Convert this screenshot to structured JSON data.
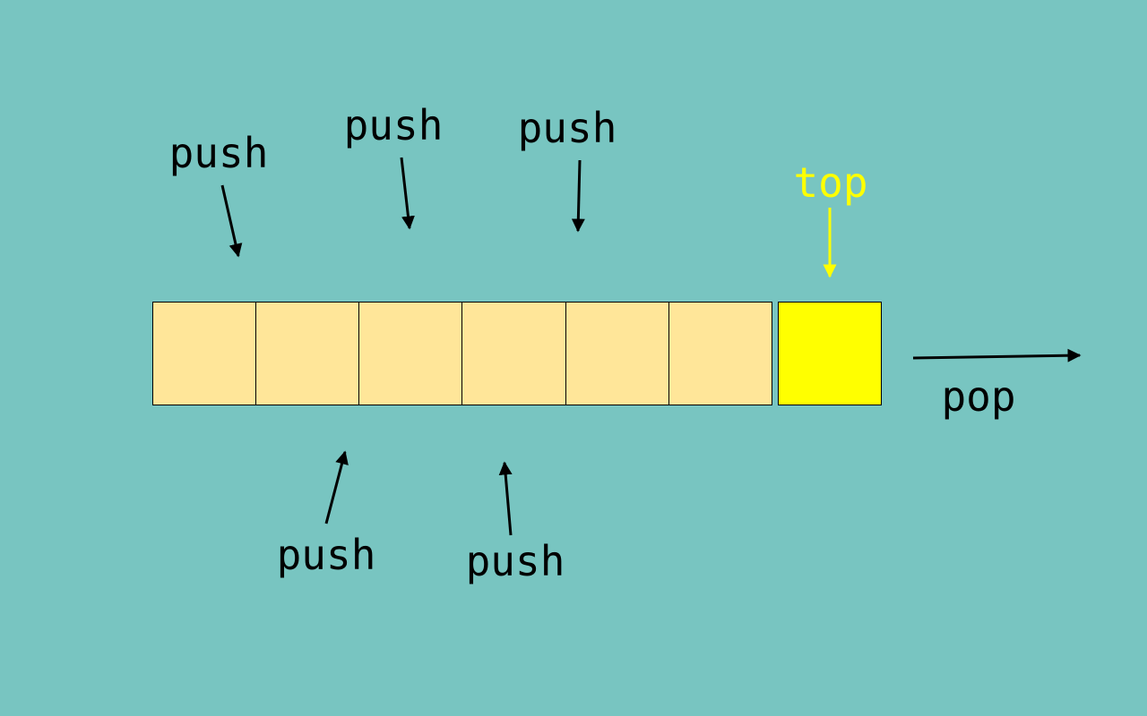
{
  "colors": {
    "background": "#78C5C1",
    "cell_fill": "#FFE699",
    "top_fill": "#FFFF00",
    "stroke": "#000000",
    "top_label": "#FFFF00"
  },
  "stack": {
    "cell_count": 6,
    "top_cell_count": 1
  },
  "labels": {
    "push_1": "push",
    "push_2": "push",
    "push_3": "push",
    "push_4": "push",
    "push_5": "push",
    "top": "top",
    "pop": "pop"
  }
}
